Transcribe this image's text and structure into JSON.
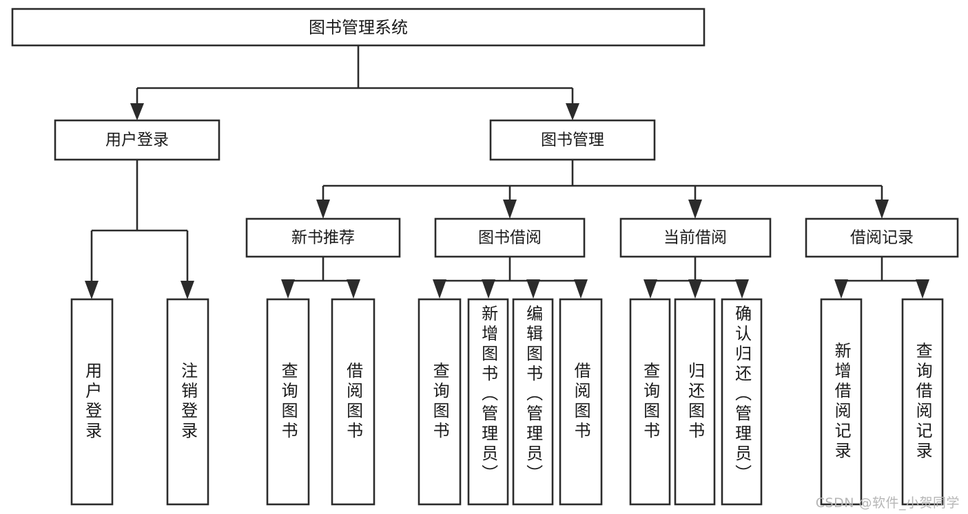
{
  "diagram": {
    "title": "图书管理系统",
    "type": "tree-hierarchy-chart",
    "background_color": "#ffffff",
    "line_color": "#2b2b2b",
    "text_color": "#1a1a1a",
    "root": {
      "label": "图书管理系统"
    },
    "level2": [
      {
        "label": "用户登录"
      },
      {
        "label": "图书管理"
      }
    ],
    "level3": [
      {
        "label": "新书推荐"
      },
      {
        "label": "图书借阅"
      },
      {
        "label": "当前借阅"
      },
      {
        "label": "借阅记录"
      }
    ],
    "leaves": {
      "user_login": [
        {
          "label": "用户登录"
        },
        {
          "label": "注销登录"
        }
      ],
      "new_book_recommend": [
        {
          "label": "查询图书"
        },
        {
          "label": "借阅图书"
        }
      ],
      "book_borrow": [
        {
          "label": "查询图书"
        },
        {
          "label": "新增图书（管理员）"
        },
        {
          "label": "编辑图书（管理员）"
        },
        {
          "label": "借阅图书"
        }
      ],
      "current_borrow": [
        {
          "label": "查询图书"
        },
        {
          "label": "归还图书"
        },
        {
          "label": "确认归还（管理员）"
        }
      ],
      "borrow_record": [
        {
          "label": "新增借阅记录"
        },
        {
          "label": "查询借阅记录"
        }
      ]
    },
    "watermark": "CSDN @软件_小贺同学"
  }
}
